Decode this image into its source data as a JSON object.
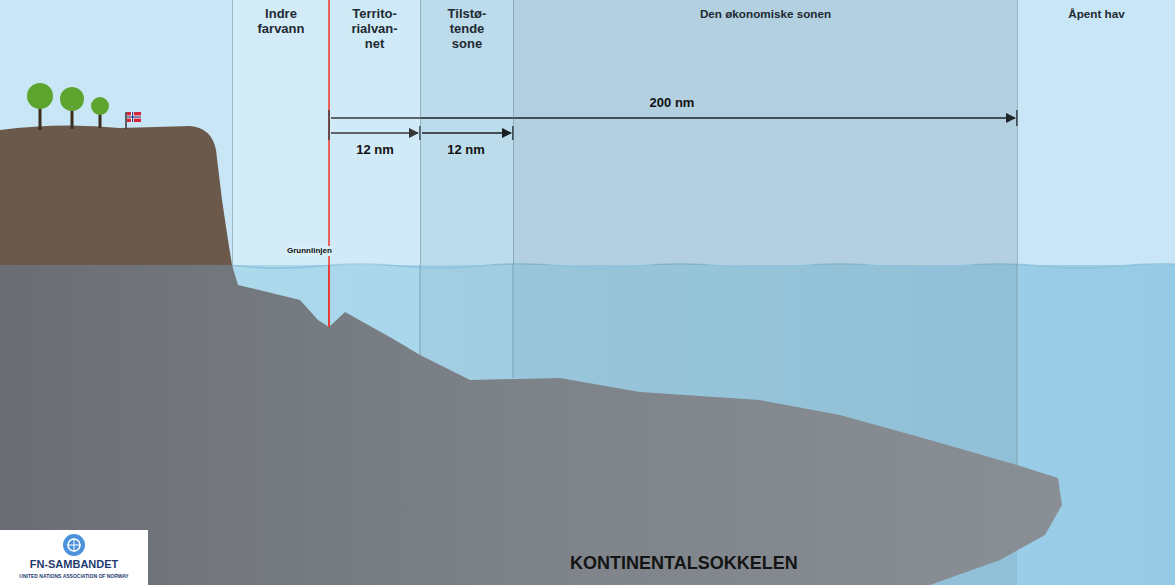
{
  "diagram": {
    "nodes": [
      {
        "text": [
          "Indre farvann"
        ]
      },
      {
        "text": [
          "Territo- rialvan- net"
        ]
      },
      {
        "text": [
          "Tilstø- tende sone"
        ]
      },
      {
        "text": [
          "Den økonomiske sonen"
        ]
      },
      {
        "text": [
          "Åpent hav"
        ]
      }
    ],
    "labels": [
      "200 nm",
      "12 nm",
      "12 nm",
      "Grunnlinjen",
      "KONTINENTALSOKKELEN",
      "FN-SAMBANDET",
      "UNITED NATIONS ASSOCIATION OF NORWAY"
    ]
  }
}
